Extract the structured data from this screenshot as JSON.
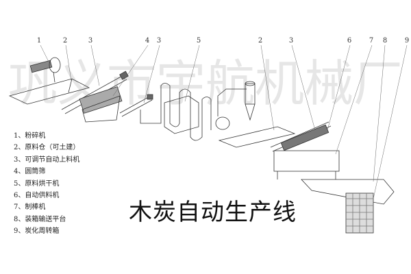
{
  "watermark": "巩义市宇航机械厂",
  "title": "木炭自动生产线",
  "callouts": [
    "1",
    "2",
    "3",
    "4",
    "3",
    "5",
    "2",
    "3",
    "6",
    "7",
    "8",
    "9"
  ],
  "legend": [
    "1、粉碎机",
    "2、原料仓（可土建）",
    "3、可调节自动上料机",
    "4、圆筒筛",
    "5、原料烘干机",
    "6、自动供料机",
    "7、制棒机",
    "8、装箱输送平台",
    "9、炭化周转箱"
  ]
}
